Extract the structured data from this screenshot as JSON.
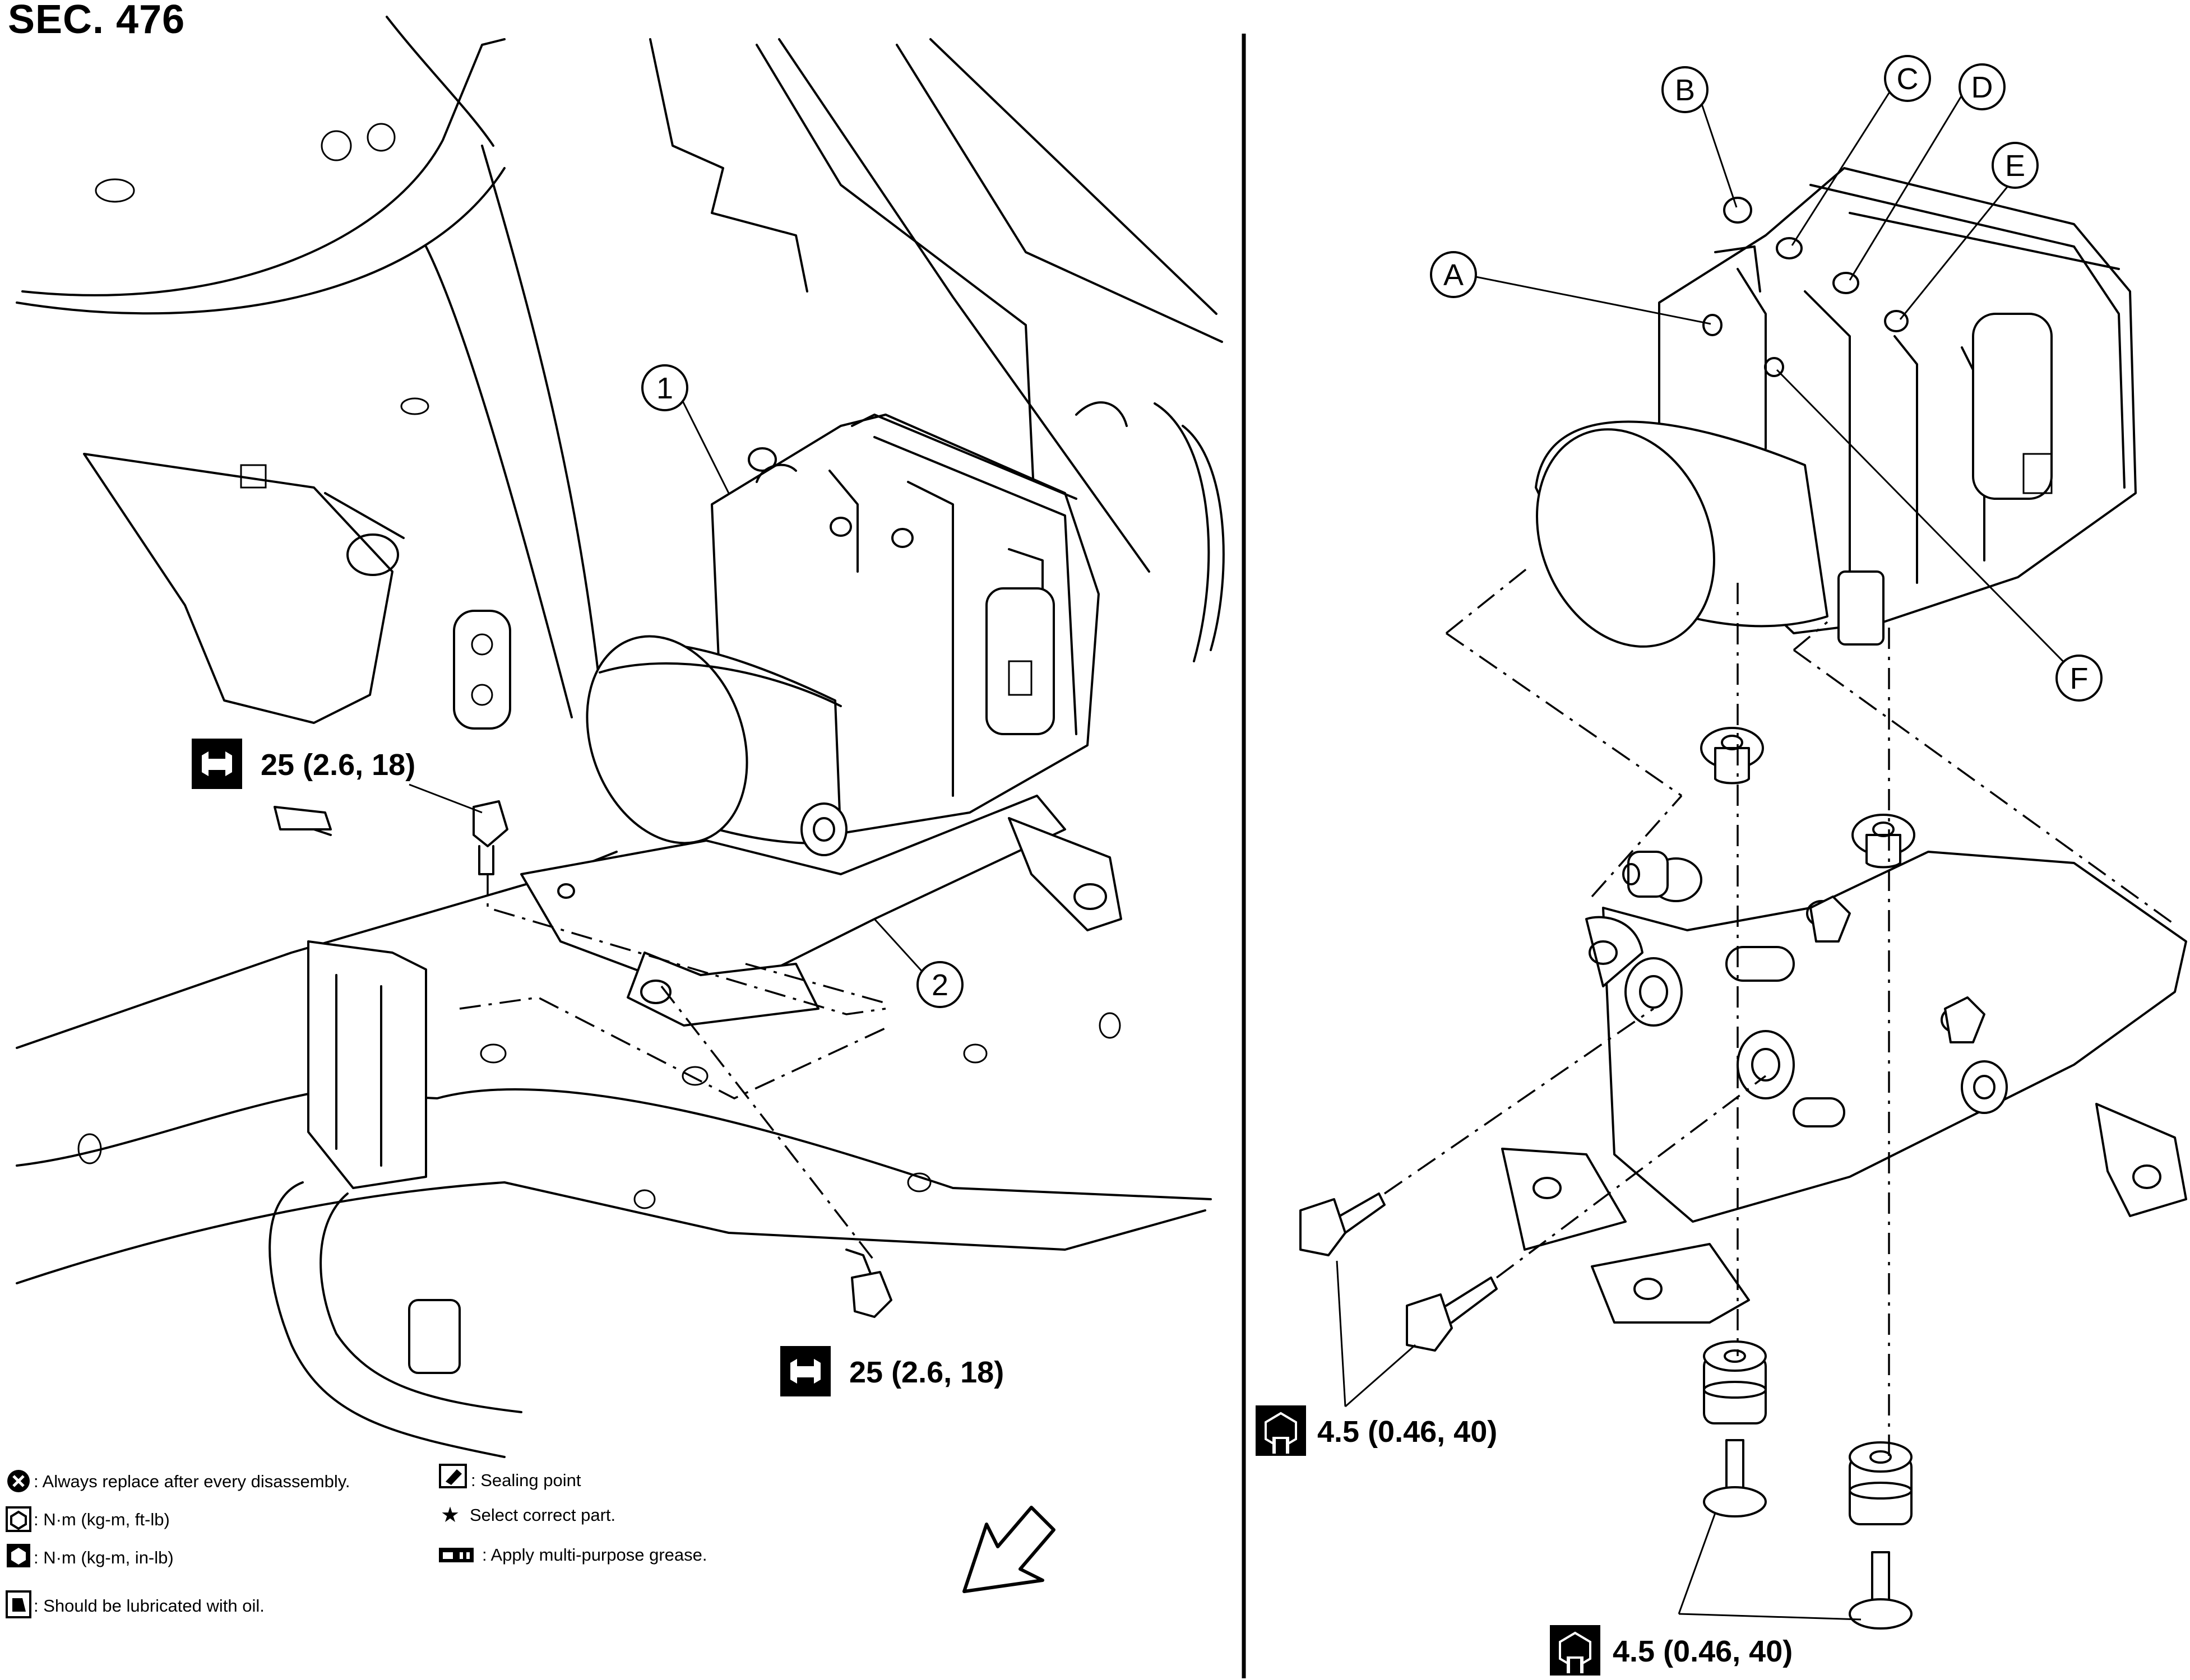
{
  "title": "SEC. 476",
  "callouts": {
    "part1": "1",
    "part2": "2",
    "A": "A",
    "B": "B",
    "C": "C",
    "D": "D",
    "E": "E",
    "F": "F"
  },
  "torques": {
    "left_bolt": "25 (2.6, 18)",
    "bottom_bolt": "25 (2.6, 18)",
    "bracket_bolts": "4.5 (0.46, 40)",
    "bottom_right_bolts": "4.5 (0.46, 40)"
  },
  "legend": {
    "replace": ": Always replace after every disassembly.",
    "nm_ftlb": ": N·m (kg-m, ft-lb)",
    "nm_inlb": ": N·m (kg-m, in-lb)",
    "lubricate": ": Should be lubricated with oil.",
    "sealing": ": Sealing point",
    "select": "Select correct part.",
    "grease": ": Apply multi-purpose grease."
  },
  "icons": {
    "torque_ftlb": "torque-wrench-ftlb-icon",
    "torque_inlb": "torque-wrench-inlb-icon",
    "replace": "replace-x-icon",
    "lubricate": "oil-can-icon",
    "sealing": "sealing-point-icon",
    "select": "star-icon",
    "grease": "grease-icon",
    "front_arrow": "front-direction-arrow-icon"
  }
}
